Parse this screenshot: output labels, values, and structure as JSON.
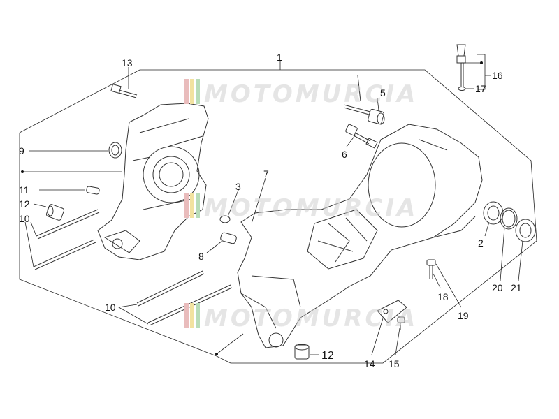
{
  "watermark": {
    "text": "MOTOMURCIA",
    "stripe_colors": [
      "#e9bcbc",
      "#f2e2a0",
      "#b8dcb8"
    ]
  },
  "callouts": [
    {
      "id": "1",
      "text": "1"
    },
    {
      "id": "2",
      "text": "2"
    },
    {
      "id": "3",
      "text": "3"
    },
    {
      "id": "5",
      "text": "5"
    },
    {
      "id": "6",
      "text": "6"
    },
    {
      "id": "7",
      "text": "7"
    },
    {
      "id": "8",
      "text": "8"
    },
    {
      "id": "9",
      "text": "9"
    },
    {
      "id": "10a",
      "text": "10"
    },
    {
      "id": "10b",
      "text": "10"
    },
    {
      "id": "11",
      "text": "11"
    },
    {
      "id": "12a",
      "text": "12"
    },
    {
      "id": "12b",
      "text": "12"
    },
    {
      "id": "13",
      "text": "13"
    },
    {
      "id": "14",
      "text": "14"
    },
    {
      "id": "15",
      "text": "15"
    },
    {
      "id": "16",
      "text": "16"
    },
    {
      "id": "17",
      "text": "17"
    },
    {
      "id": "18",
      "text": "18"
    },
    {
      "id": "19",
      "text": "19"
    },
    {
      "id": "20",
      "text": "20"
    },
    {
      "id": "21",
      "text": "21"
    }
  ]
}
